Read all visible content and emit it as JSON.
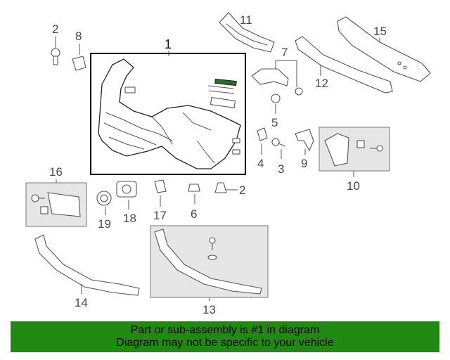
{
  "colors": {
    "banner_bg": "#1f8a0f",
    "box_fill": "#e6e6e6",
    "line": "#555555"
  },
  "callouts": {
    "c1": "1",
    "c2a": "2",
    "c2b": "2",
    "c3": "3",
    "c4": "4",
    "c5": "5",
    "c6": "6",
    "c7": "7",
    "c8": "8",
    "c9": "9",
    "c10": "10",
    "c11": "11",
    "c12": "12",
    "c13": "13",
    "c14": "14",
    "c15": "15",
    "c16": "16",
    "c17": "17",
    "c18": "18",
    "c19": "19"
  },
  "banner": {
    "line1": "Part or sub-assembly is #1 in diagram",
    "line2": "Diagram may not be specific to your vehicle"
  }
}
